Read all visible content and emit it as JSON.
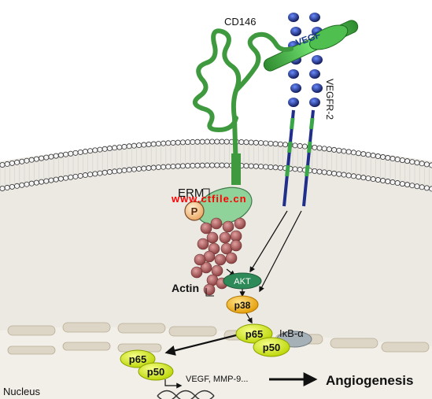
{
  "labels": {
    "cd146": "CD146",
    "vegf": "VEGF",
    "vegfr2": "VEGFR-2",
    "erm": "ERM",
    "p": "P",
    "watermark": "www.ctfile.cn",
    "actin": "Actin",
    "akt": "AKT",
    "p38": "p38",
    "p65_a": "p65",
    "p50_a": "p50",
    "ikb": "IκB-α",
    "p65_b": "p65",
    "p50_b": "p50",
    "targets": "VEGF, MMP-9...",
    "angiogenesis": "Angiogenesis",
    "nucleus": "Nucleus"
  },
  "colors": {
    "cytoplasm": "#ece9e3",
    "membrane_bead": "#f4f4f4",
    "membrane_stroke": "#333333",
    "cd146": "#3f9a3f",
    "vegf": "#4fc04f",
    "receptor_bead": "#1f2f8a",
    "receptor_green": "#3aa64a",
    "erm": "#8fd39a",
    "actin": "#b56d6d",
    "akt": "#2f8a5a",
    "p38": "#f3b21a",
    "nfkb": "#d9ee2a",
    "ikb": "#a6b0b7",
    "watermark": "#ff0000",
    "nucleus_membrane": "#ddd6c6"
  }
}
